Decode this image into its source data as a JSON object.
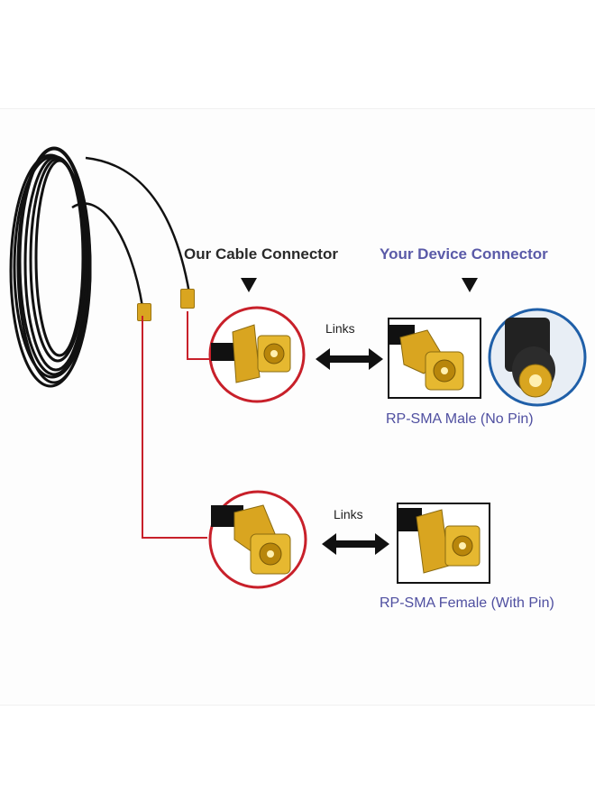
{
  "headers": {
    "our_connector": "Our Cable Connector",
    "your_connector": "Your Device Connector"
  },
  "link_labels": {
    "top": "Links",
    "bottom": "Links"
  },
  "captions": {
    "male": "RP-SMA Male (No Pin)",
    "female": "RP-SMA Female (With Pin)"
  },
  "colors": {
    "header_dark": "#2a2a2a",
    "header_blue": "#5a5aa8",
    "caption_blue": "#4f4fa0",
    "callout_red": "#c8202a",
    "cable_black": "#111111",
    "connector_gold": "#d9a520",
    "device_blue": "#1f5fa8"
  },
  "icons": {
    "arrows": "double-arrow-icon",
    "pointer": "down-triangle-icon"
  }
}
